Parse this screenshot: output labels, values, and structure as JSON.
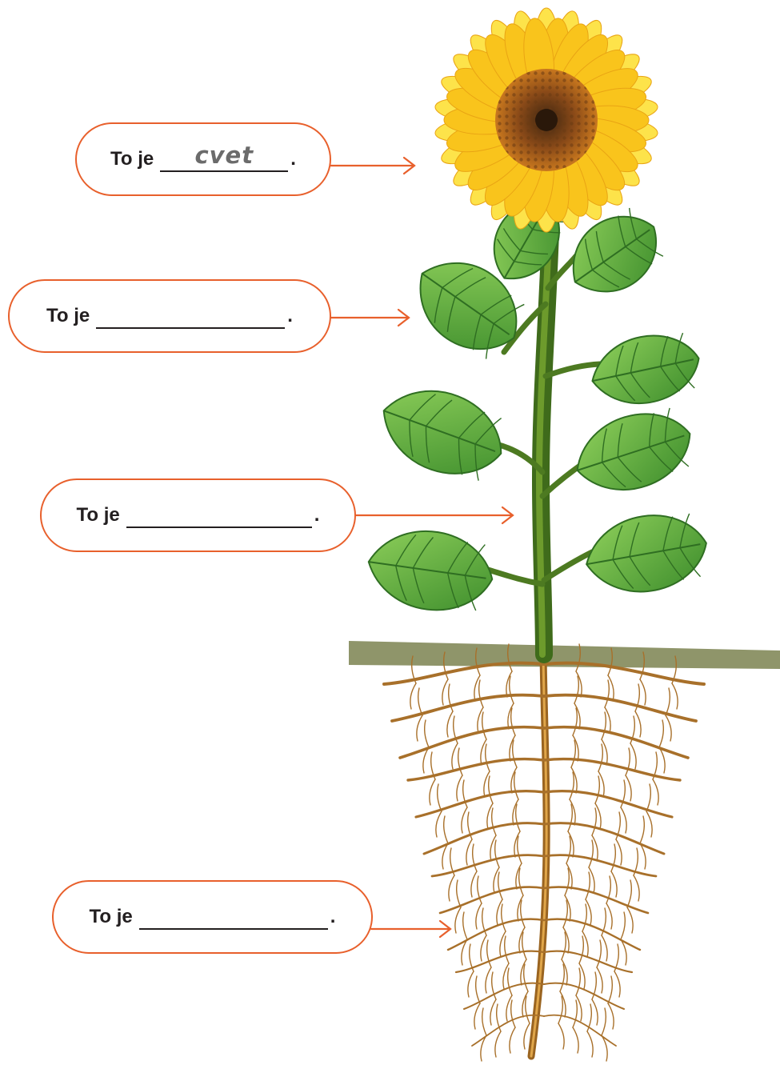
{
  "colors": {
    "accent": "#e8602c",
    "leaf": "#5fb041",
    "leaf_dark": "#2f6e22",
    "stem": "#4d7a21",
    "root": "#b07a2a",
    "soil": "#8f956a",
    "petal": "#f7c51b"
  },
  "labels": [
    {
      "prefix": "To je",
      "answer": "cvet",
      "suffix": "."
    },
    {
      "prefix": "To je",
      "answer": "",
      "suffix": "."
    },
    {
      "prefix": "To je",
      "answer": "",
      "suffix": "."
    },
    {
      "prefix": "To je",
      "answer": "",
      "suffix": "."
    }
  ]
}
